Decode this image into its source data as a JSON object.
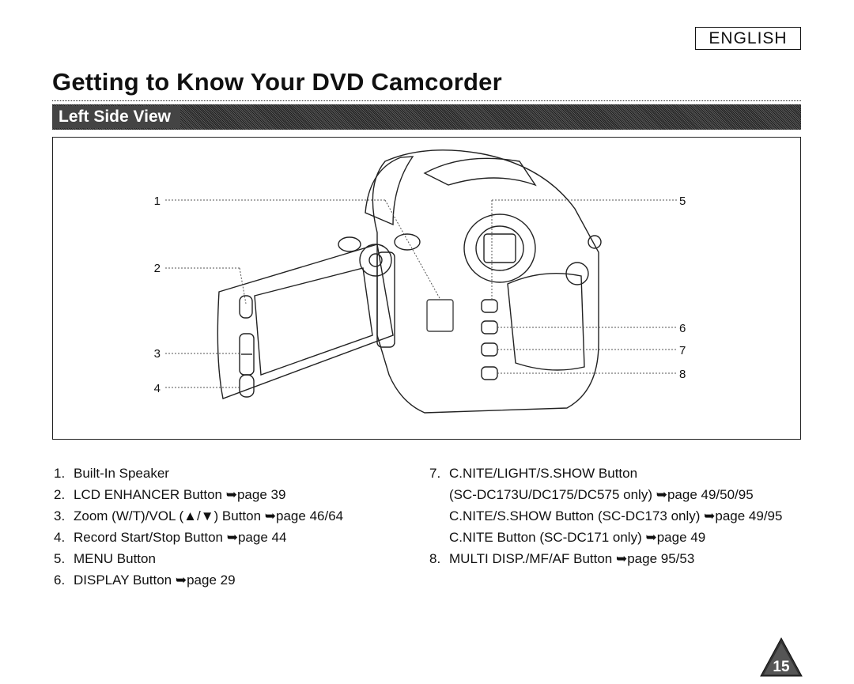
{
  "language_label": "ENGLISH",
  "page_title": "Getting to Know Your DVD Camcorder",
  "section_label": "Left Side View",
  "callout_numbers": [
    "1",
    "2",
    "3",
    "4",
    "5",
    "6",
    "7",
    "8"
  ],
  "left_column": [
    {
      "num": "1.",
      "text": "Built-In Speaker"
    },
    {
      "num": "2.",
      "text": "LCD ENHANCER Button ➥page 39"
    },
    {
      "num": "3.",
      "text": "Zoom (W/T)/VOL (▲/▼) Button ➥page 46/64"
    },
    {
      "num": "4.",
      "text": "Record Start/Stop Button ➥page 44"
    },
    {
      "num": "5.",
      "text": "MENU Button"
    },
    {
      "num": "6.",
      "text": "DISPLAY Button ➥page 29"
    }
  ],
  "right_column": [
    {
      "num": "7.",
      "text": "C.NITE/LIGHT/S.SHOW Button"
    },
    {
      "num": "",
      "text": "(SC-DC173U/DC175/DC575 only) ➥page 49/50/95"
    },
    {
      "num": "",
      "text": "C.NITE/S.SHOW Button (SC-DC173 only) ➥page 49/95"
    },
    {
      "num": "",
      "text": "C.NITE Button (SC-DC171 only) ➥page 49"
    },
    {
      "num": "8.",
      "text": "MULTI DISP./MF/AF Button ➥page 95/53"
    }
  ],
  "page_number": "15"
}
